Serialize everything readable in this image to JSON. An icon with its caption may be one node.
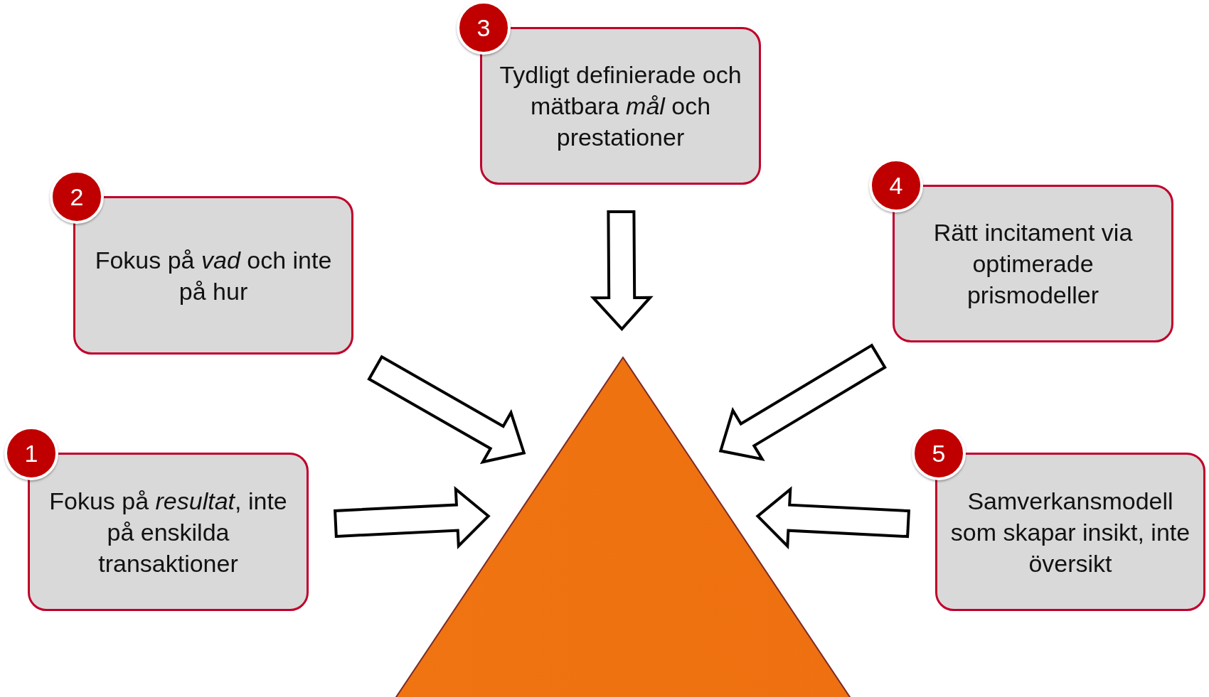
{
  "diagram": {
    "nodes": [
      {
        "text": [
          "1",
          "Fokus på *resultat*, inte på enskilda transaktioner"
        ]
      },
      {
        "text": [
          "2",
          "Fokus på *vad* och inte på hur"
        ]
      },
      {
        "text": [
          "3",
          "Tydligt definierade och mätbara *mål* och prestationer"
        ]
      },
      {
        "text": [
          "4",
          "Rätt incitament via optimerade prismodeller"
        ]
      },
      {
        "text": [
          "5",
          "Samverkansmodell som skapar insikt, inte översikt"
        ]
      },
      {
        "text": [],
        "shape": "triangle"
      }
    ],
    "edges": [
      {
        "from": 0,
        "to": 5,
        "arrow": "to"
      },
      {
        "from": 1,
        "to": 5,
        "arrow": "to"
      },
      {
        "from": 2,
        "to": 5,
        "arrow": "to"
      },
      {
        "from": 3,
        "to": 5,
        "arrow": "to"
      },
      {
        "from": 4,
        "to": 5,
        "arrow": "to"
      }
    ]
  }
}
